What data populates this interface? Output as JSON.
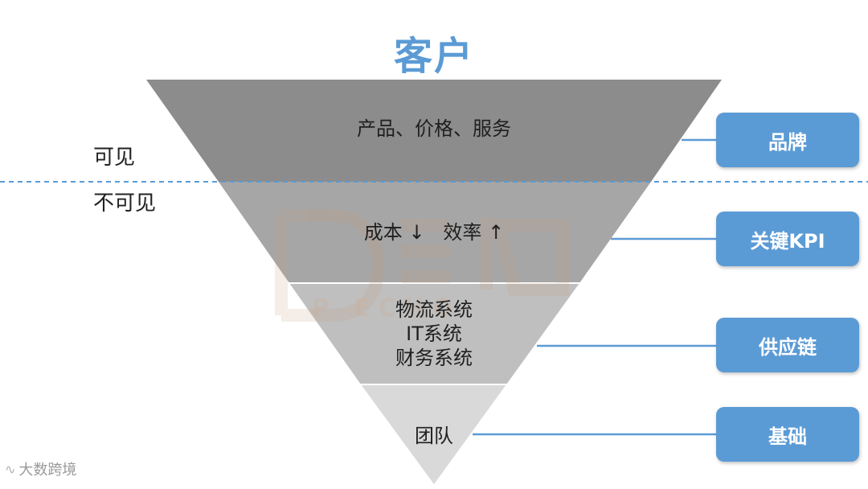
{
  "title": "客户",
  "side_labels": {
    "visible": "可见",
    "invisible": "不可见"
  },
  "layers": [
    {
      "text": "产品、价格、服务",
      "color": "#8c8c8c"
    },
    {
      "text": "成本 ↓   效率 ↑",
      "color": "#a6a6a6"
    },
    {
      "lines": [
        "物流系统",
        "IT系统",
        "财务系统"
      ],
      "color": "#bfbfbf"
    },
    {
      "text": "团队",
      "color": "#d9d9d9"
    }
  ],
  "badges": [
    {
      "label": "品牌"
    },
    {
      "label": "关键KPI"
    },
    {
      "label": "供应链"
    },
    {
      "label": "基础"
    }
  ],
  "watermark": {
    "text": "P ECHO"
  },
  "footer": {
    "brand": "大数跨境"
  },
  "colors": {
    "accent": "#5b9bd5",
    "divider": "#5b9bd5"
  }
}
